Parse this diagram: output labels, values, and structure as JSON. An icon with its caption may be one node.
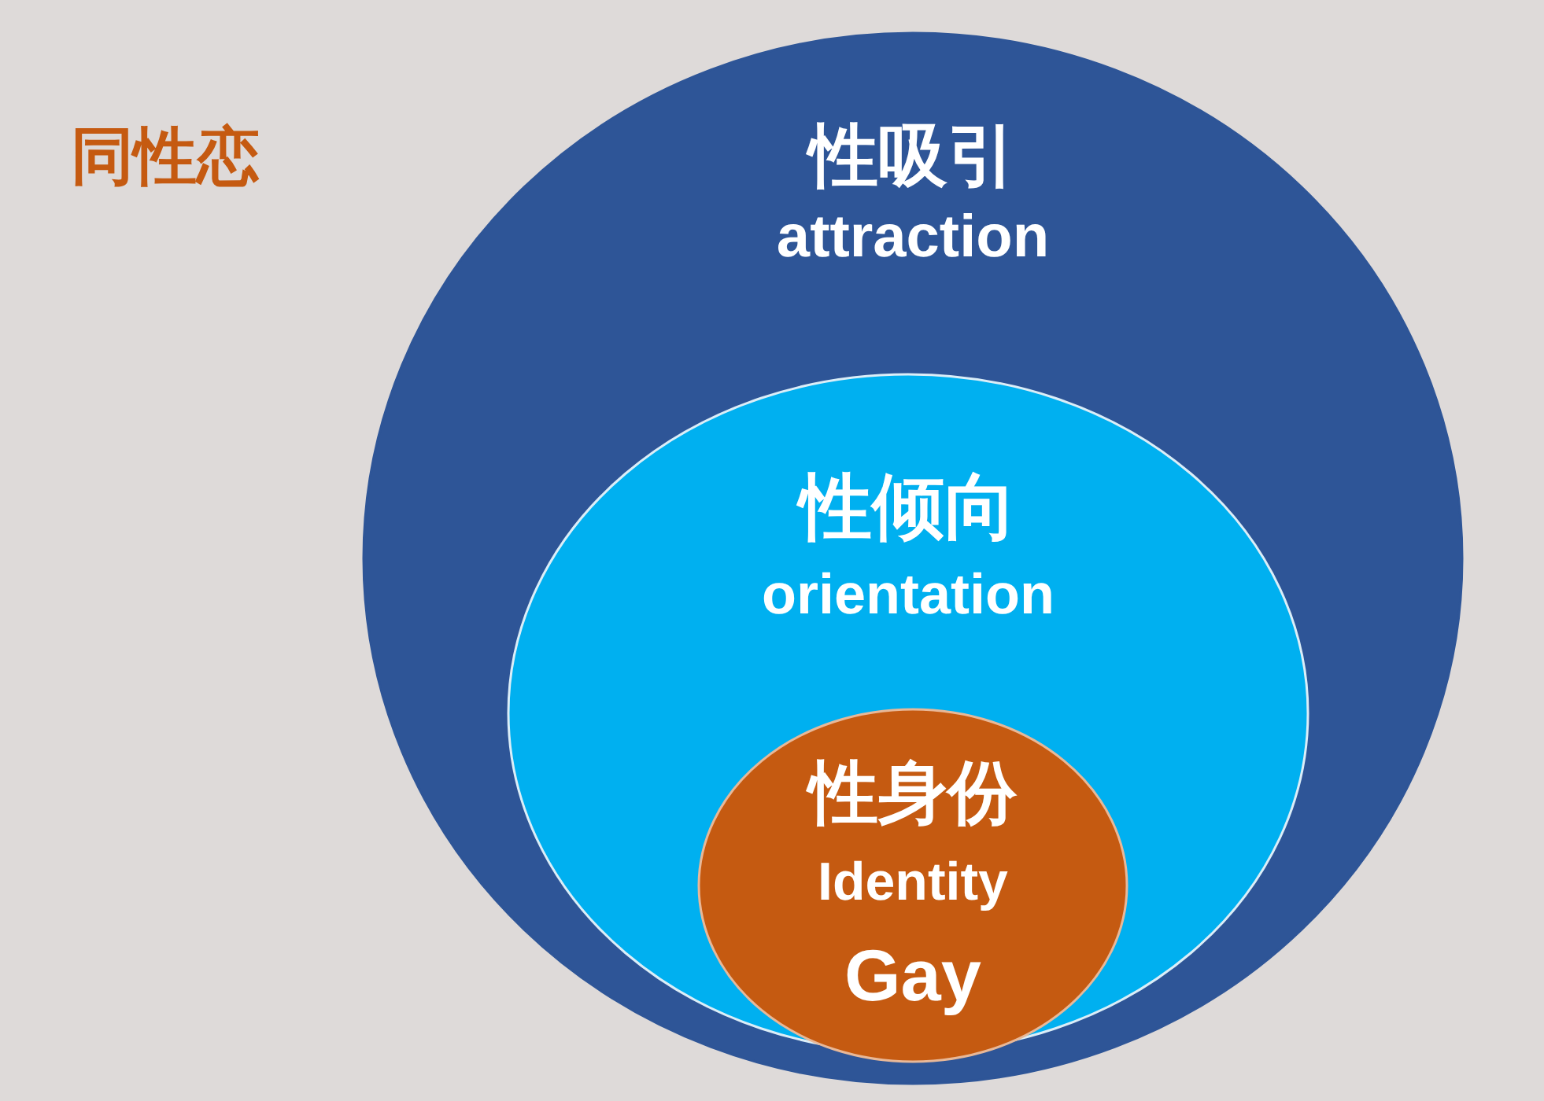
{
  "diagram": {
    "title": "同性恋",
    "nodes": [
      {
        "text": [
          "性吸引",
          "attraction"
        ]
      },
      {
        "text": [
          "性倾向",
          "orientation"
        ],
        "in": 0
      },
      {
        "text": [
          "性身份",
          "Identity",
          "Gay"
        ],
        "in": 1
      }
    ]
  }
}
